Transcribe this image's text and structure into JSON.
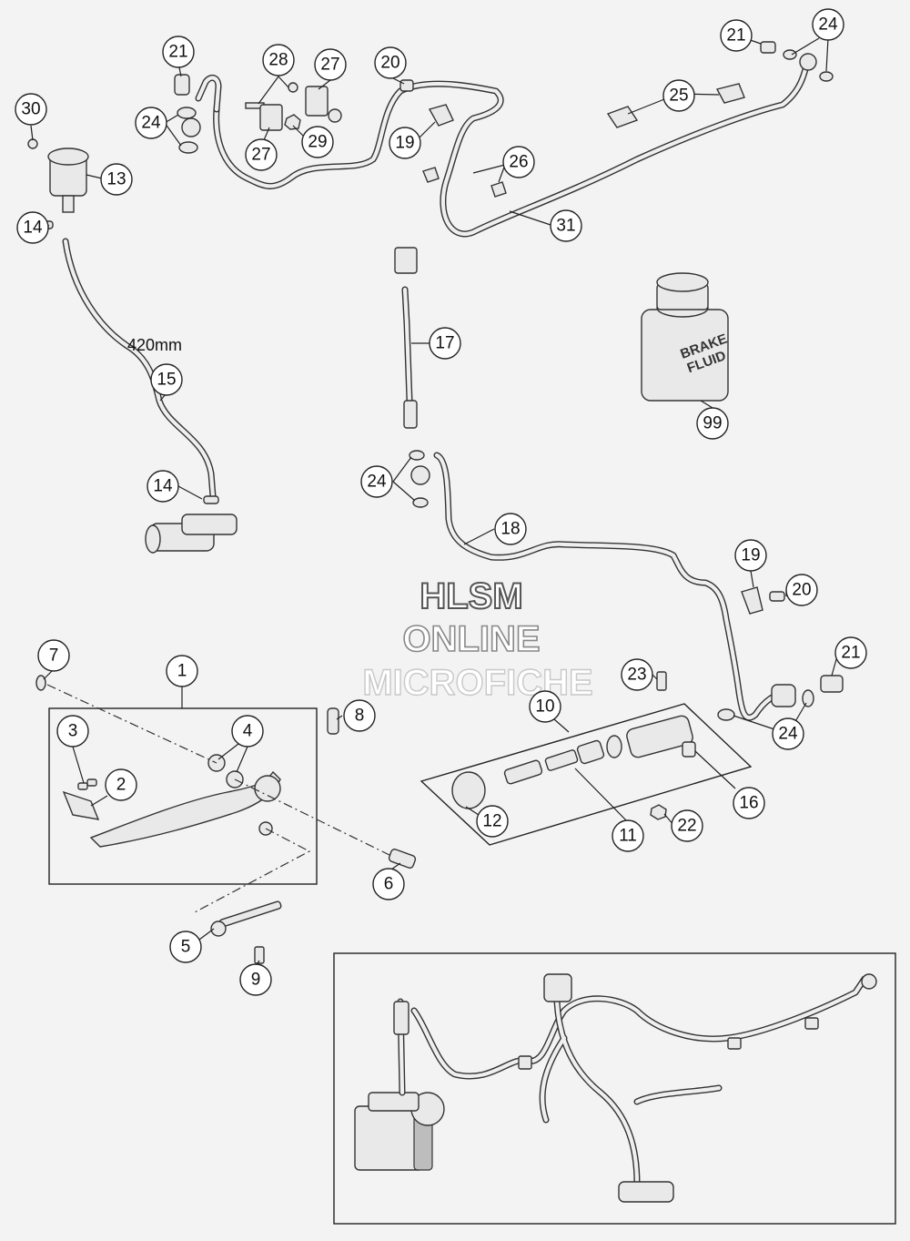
{
  "watermark": {
    "line1": "HLSM",
    "line2": "ONLINE",
    "line3": "MICROFICHE"
  },
  "hose_length_label": "420mm",
  "brake_fluid_label": {
    "line1": "BRAKE",
    "line2": "FLUID"
  },
  "callouts": {
    "c1": "1",
    "c2": "2",
    "c3": "3",
    "c4": "4",
    "c5": "5",
    "c6": "6",
    "c7": "7",
    "c8": "8",
    "c9": "9",
    "c10": "10",
    "c11": "11",
    "c12": "12",
    "c13": "13",
    "c14a": "14",
    "c14b": "14",
    "c15": "15",
    "c16": "16",
    "c17": "17",
    "c18": "18",
    "c19a": "19",
    "c19b": "19",
    "c20a": "20",
    "c20b": "20",
    "c21a": "21",
    "c21b": "21",
    "c21c": "21",
    "c22": "22",
    "c23": "23",
    "c24a": "24",
    "c24b": "24",
    "c24c": "24",
    "c24d": "24",
    "c25": "25",
    "c26": "26",
    "c27a": "27",
    "c27b": "27",
    "c28": "28",
    "c29": "29",
    "c30": "30",
    "c31": "31",
    "c99": "99"
  },
  "colors": {
    "background": "#f3f3f3",
    "line": "#333333",
    "part_fill": "#e9e9e9"
  }
}
